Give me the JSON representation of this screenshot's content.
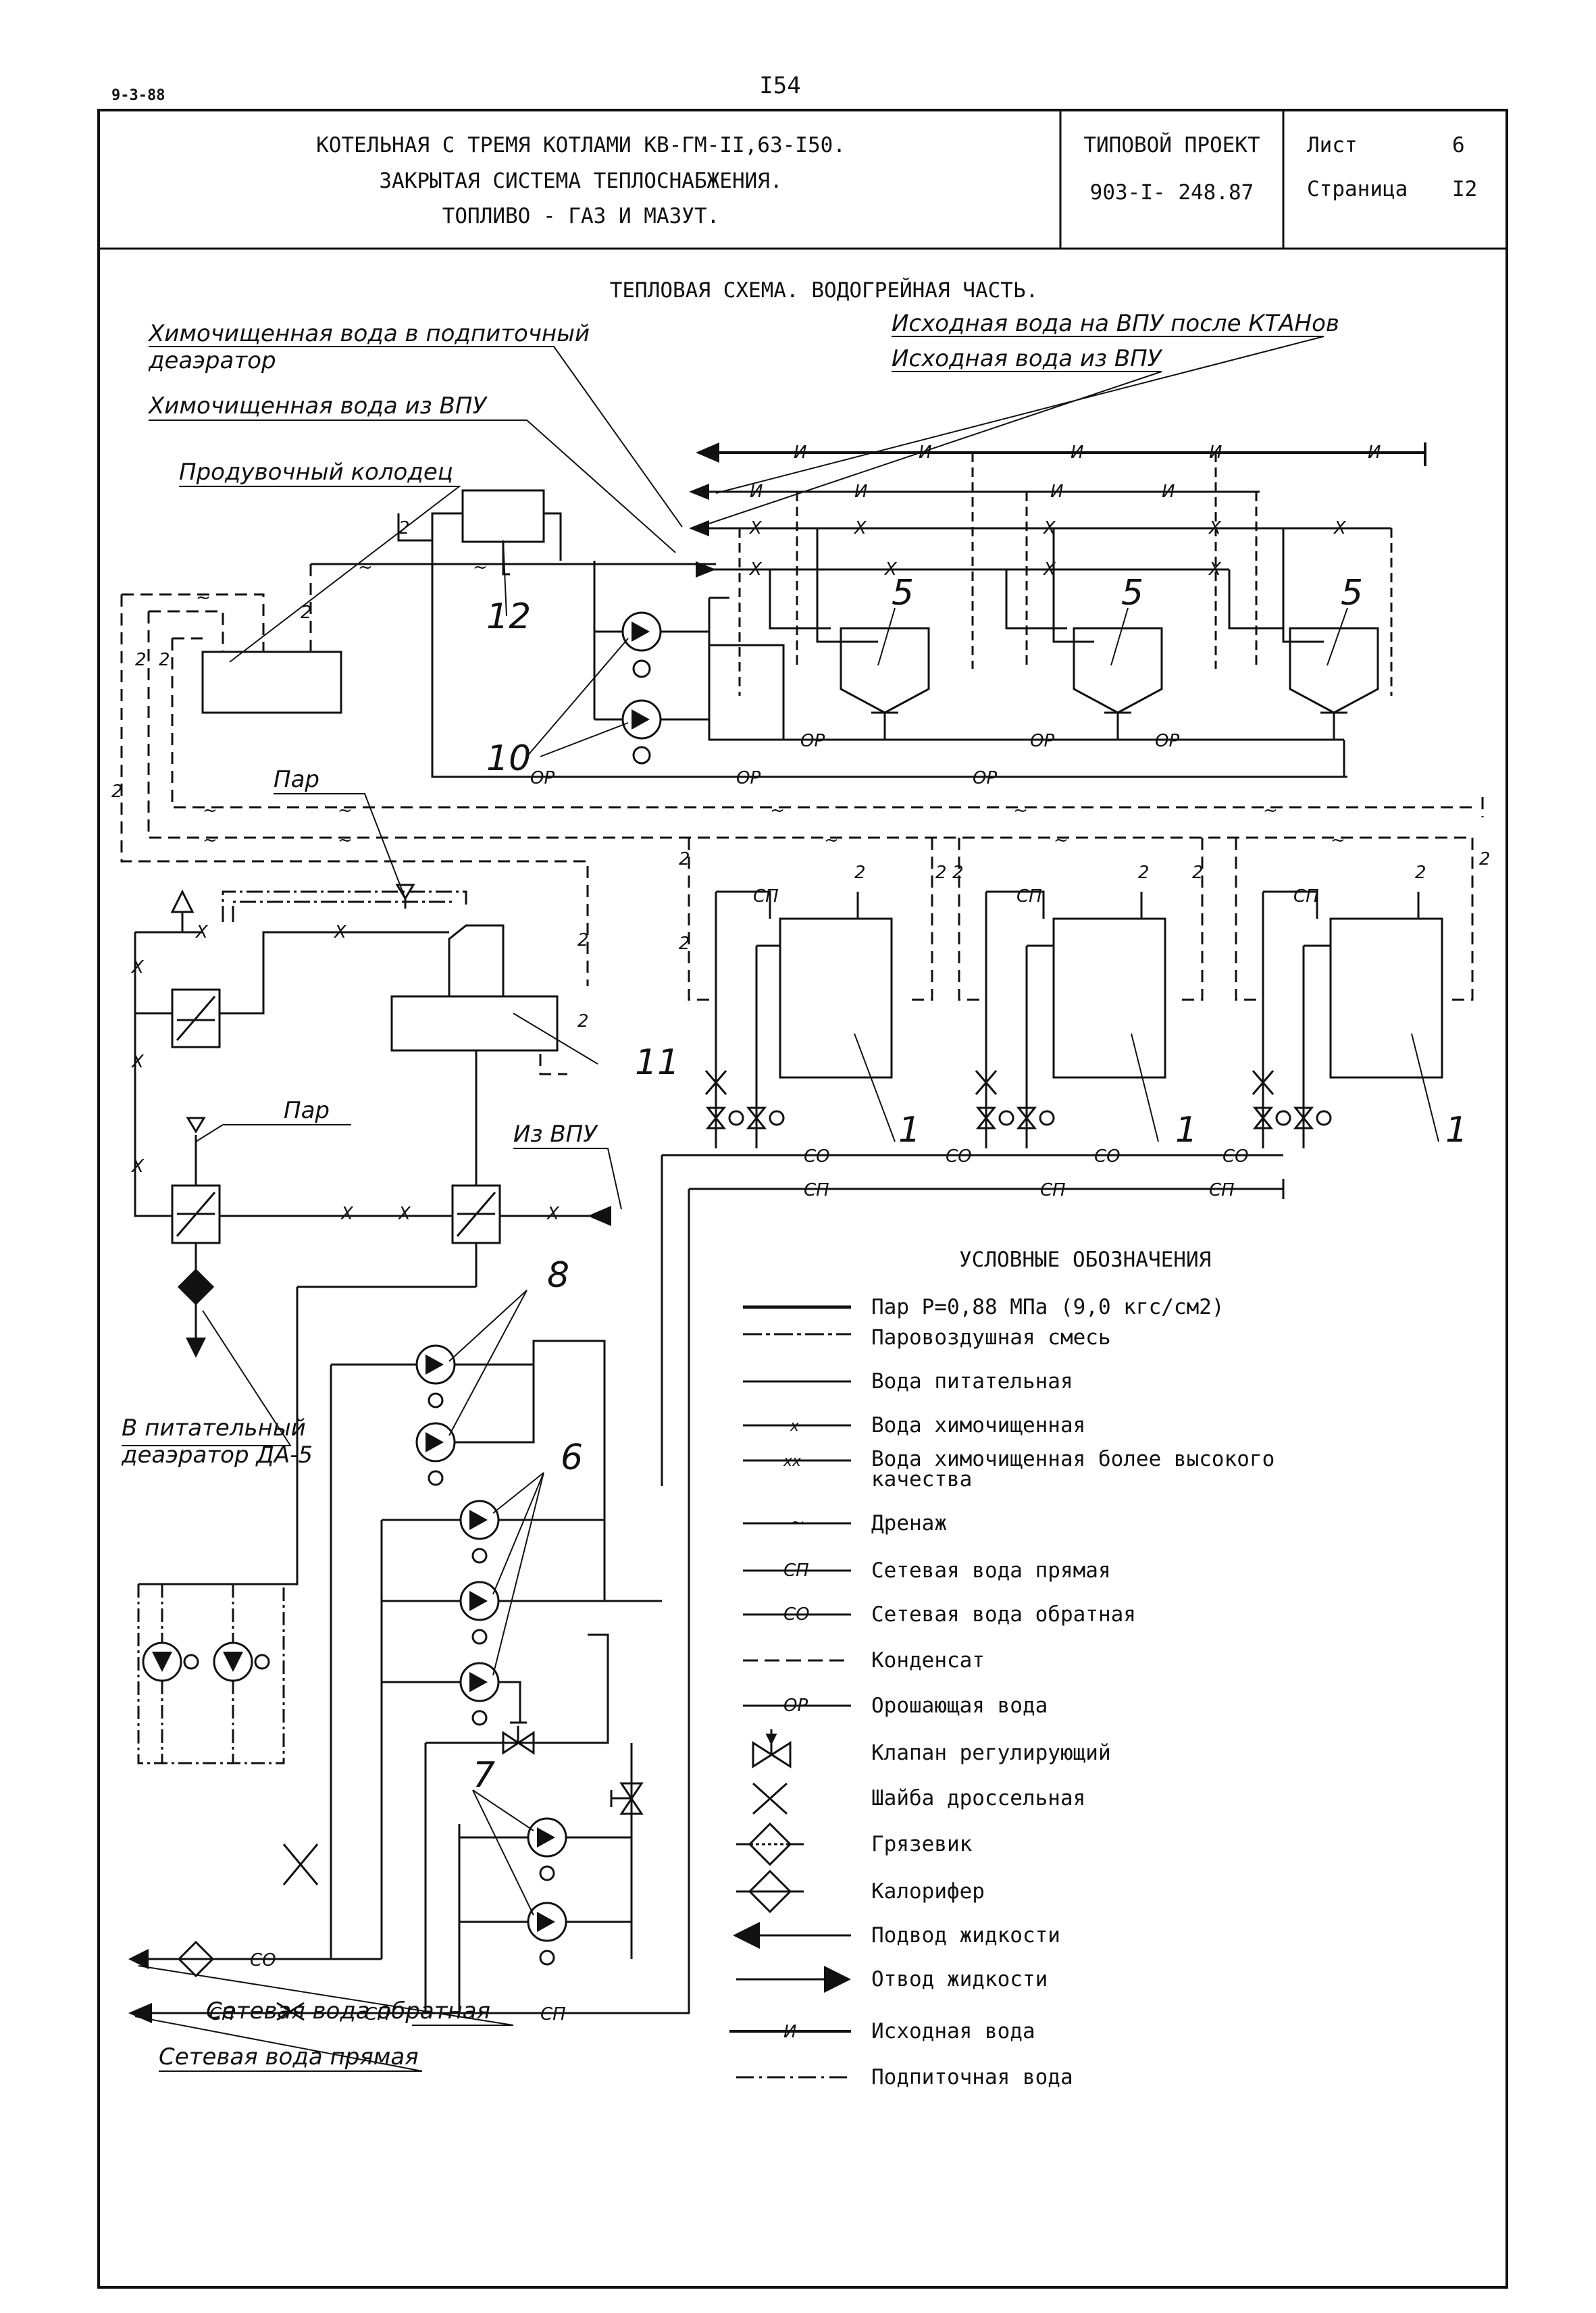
{
  "corner_code": "9-3-88",
  "page_number": "I54",
  "title_block": {
    "title_lines": [
      "КОТЕЛЬНАЯ С ТРЕМЯ КОТЛАМИ КВ-ГМ-II,63-I50.",
      "ЗАКРЫТАЯ СИСТЕМА ТЕПЛОСНАБЖЕНИЯ.",
      "ТОПЛИВО - ГАЗ И МАЗУТ."
    ],
    "project_label": "ТИПОВОЙ ПРОЕКТ",
    "project_number": "903-I- 248.87",
    "sheet_label": "Лист",
    "sheet_value": "6",
    "page_label": "Страница",
    "page_value": "I2"
  },
  "drawing_title": "ТЕПЛОВАЯ СХЕМА. ВОДОГРЕЙНАЯ ЧАСТЬ.",
  "callouts": {
    "chem_water_deaerator_1": "Химочищенная вода в подпиточный",
    "chem_water_deaerator_2": "деаэратор",
    "chem_water_vpu": "Химочищенная вода из ВПУ",
    "blowdown_well": "Продувочный колодец",
    "source_water_after_ktan": "Исходная вода на ВПУ после КТАНов",
    "source_water_vpu": "Исходная вода из ВПУ",
    "steam_1": "Пар",
    "steam_2": "Пар",
    "from_vpu": "Из ВПУ",
    "feed_deaerator_1": "В питательный",
    "feed_deaerator_2": "деаэратор ДА-5",
    "return_water": "Сетевая вода обратная",
    "supply_water": "Сетевая вода прямая"
  },
  "equipment_labels": {
    "n1": "1",
    "n5": "5",
    "n6": "6",
    "n7": "7",
    "n8": "8",
    "n10": "10",
    "n11": "11",
    "n12": "12"
  },
  "line_marks": {
    "source": "И",
    "chem": "Х",
    "drain": "~",
    "drain_mark": "2",
    "spray": "ОР",
    "supply": "СП",
    "return": "СО"
  },
  "legend": {
    "title": "УСЛОВНЫЕ ОБОЗНАЧЕНИЯ",
    "items": [
      {
        "text": "Пар Р=0,88 МПа (9,0 кгс/см2)"
      },
      {
        "text": "Паровоздушная смесь"
      },
      {
        "text": "Вода питательная"
      },
      {
        "text": "Вода химочищенная",
        "mark": "х"
      },
      {
        "text": "Вода химочищенная более высокого",
        "text2": "качества",
        "mark": "хх"
      },
      {
        "text": "Дренаж",
        "mark": "~"
      },
      {
        "text": "Сетевая вода прямая",
        "mark": "СП"
      },
      {
        "text": "Сетевая вода обратная",
        "mark": "СО"
      },
      {
        "text": "Конденсат"
      },
      {
        "text": "Орошающая вода",
        "mark": "ОР"
      },
      {
        "text": "Клапан регулирующий"
      },
      {
        "text": "Шайба дроссельная"
      },
      {
        "text": "Грязевик"
      },
      {
        "text": "Калорифер"
      },
      {
        "text": "Подвод жидкости"
      },
      {
        "text": "Отвод жидкости"
      },
      {
        "text": "Исходная вода",
        "mark": "И"
      },
      {
        "text": "Подпиточная вода"
      }
    ]
  }
}
